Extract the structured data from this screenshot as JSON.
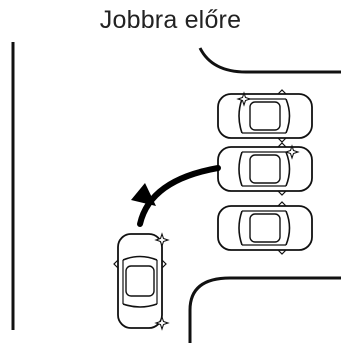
{
  "title": "Jobbra előre",
  "colors": {
    "line": "#111111",
    "arrow": "#000000",
    "background": "#ffffff"
  },
  "diagram": {
    "maneuver": "turn-right-forward",
    "parked_cars_count": 3,
    "moving_cars_count": 1
  }
}
